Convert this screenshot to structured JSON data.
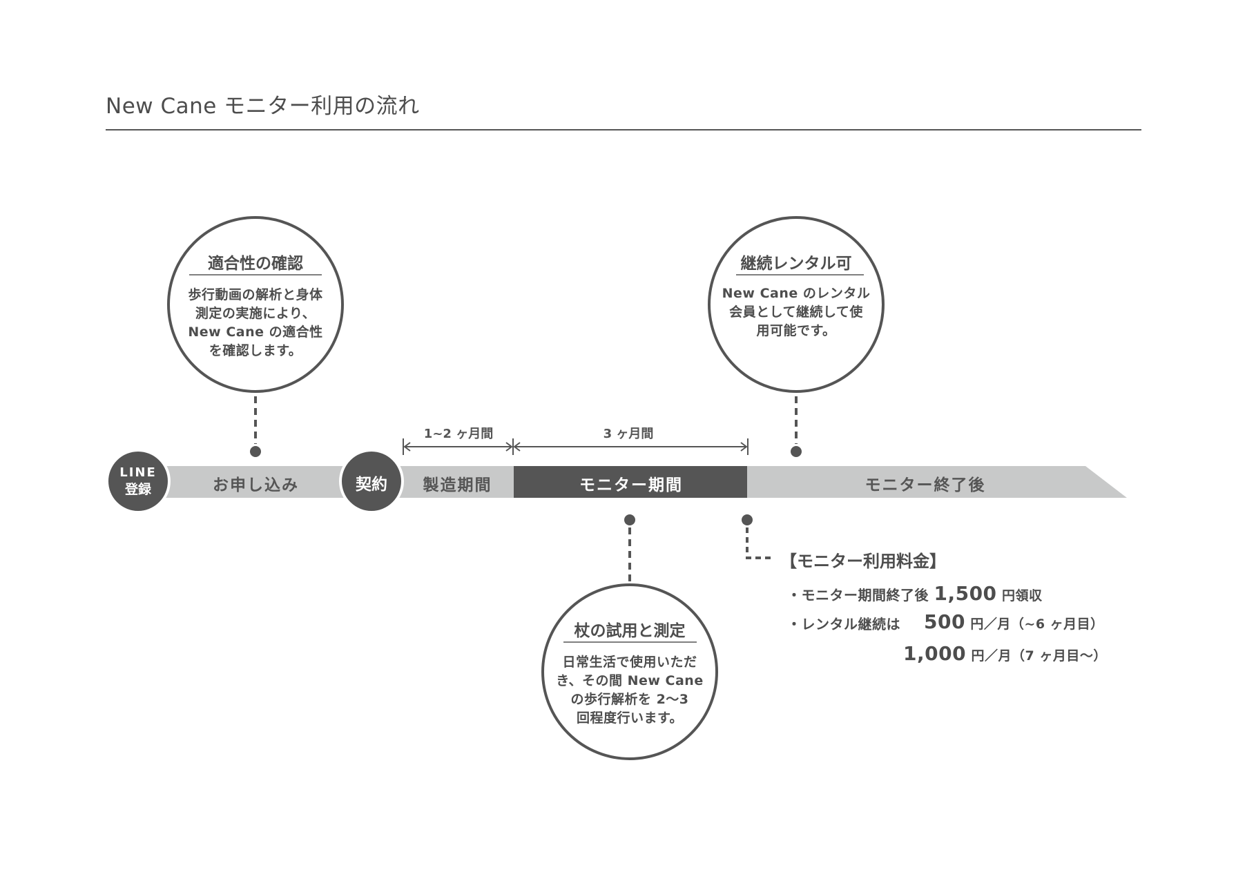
{
  "title": "New Cane モニター利用の流れ",
  "colors": {
    "dark": "#555555",
    "light_bar": "#c8c9c9",
    "text": "#4d4d4d",
    "white": "#ffffff"
  },
  "timeline": {
    "line_badge": {
      "line1": "LINE",
      "line2": "登録"
    },
    "apply_label": "お申し込み",
    "contract_badge": "契約",
    "manufacturing_label": "製造期間",
    "monitor_label": "モニター期間",
    "after_label": "モニター終了後",
    "duration_manufacturing": "1~2 ヶ月間",
    "duration_monitor": "3 ヶ月間"
  },
  "callouts": {
    "compatibility": {
      "title": "適合性の確認",
      "lines": [
        "歩行動画の解析と身体",
        "測定の実施により、",
        "New Cane の適合性",
        "を確認します。"
      ]
    },
    "rental": {
      "title": "継続レンタル可",
      "lines": [
        "New Cane のレンタル",
        "会員として継続して使",
        "用可能です。"
      ]
    },
    "trial": {
      "title": "杖の試用と測定",
      "lines": [
        "日常生活で使用いただ",
        "き、その間 New Cane",
        "の歩行解析を 2〜3",
        "回程度行います。"
      ]
    }
  },
  "fees": {
    "heading": "【モニター利用料金】",
    "row1": {
      "label": "・モニター期間終了後",
      "amount": "1,500",
      "unit": "円領収"
    },
    "row2": {
      "label": "・レンタル継続は",
      "amount": "500",
      "unit": "円／月（~6 ヶ月目）"
    },
    "row3": {
      "amount": "1,000",
      "unit": "円／月（7 ヶ月目〜）"
    }
  }
}
